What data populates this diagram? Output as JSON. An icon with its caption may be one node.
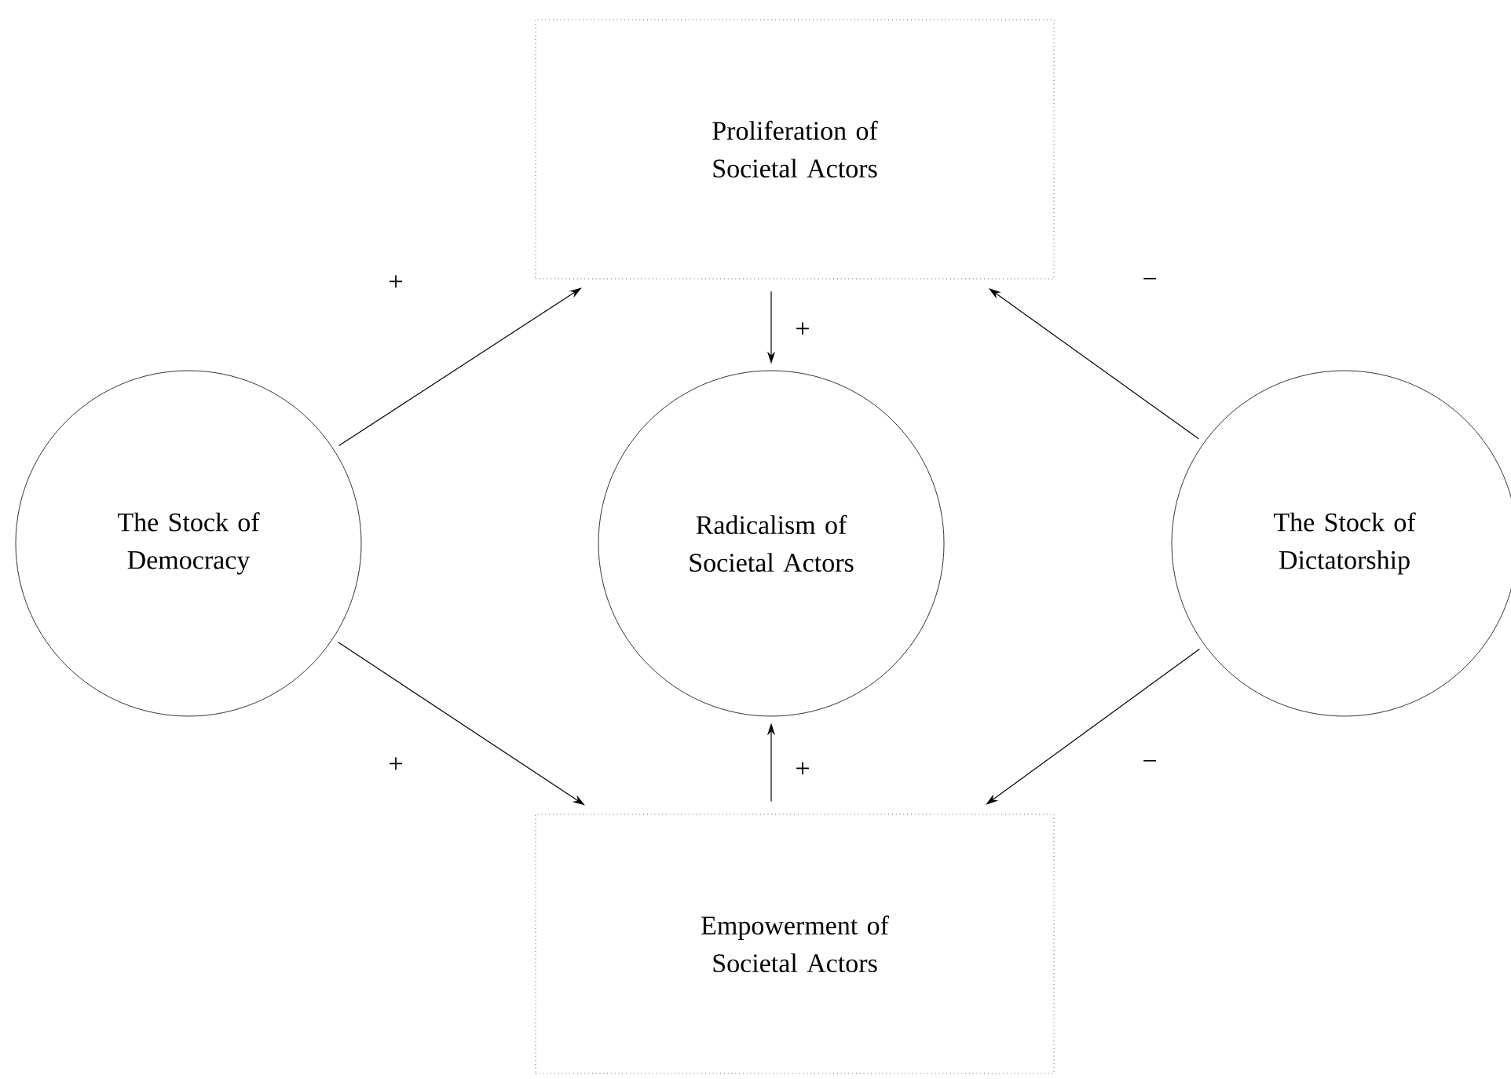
{
  "diagram": {
    "nodes": [
      {
        "text": [
          "Proliferation of Societal Actors"
        ]
      },
      {
        "text": [
          "The Stock of Democracy"
        ]
      },
      {
        "text": [
          "Radicalism of Societal Actors"
        ]
      },
      {
        "text": [
          "The Stock of Dictatorship"
        ]
      },
      {
        "text": [
          "Empowerment of Societal Actors"
        ]
      }
    ],
    "edges": [
      {
        "from": 1,
        "to": 0,
        "arrow": "to",
        "label": "+"
      },
      {
        "from": 0,
        "to": 2,
        "arrow": "to",
        "label": "+"
      },
      {
        "from": 4,
        "to": 2,
        "arrow": "to",
        "label": "+"
      },
      {
        "from": 3,
        "to": 0,
        "arrow": "to",
        "label": "−"
      },
      {
        "from": 1,
        "to": 4,
        "arrow": "to",
        "label": "+"
      },
      {
        "from": 3,
        "to": 4,
        "arrow": "to",
        "label": "−"
      }
    ]
  }
}
